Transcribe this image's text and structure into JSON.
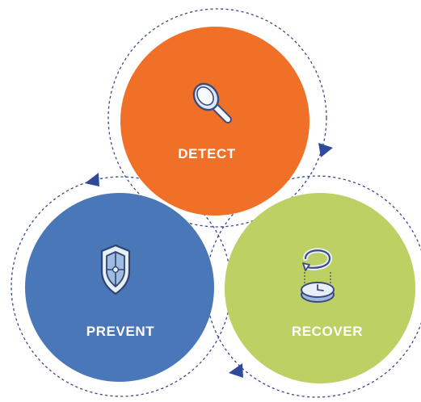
{
  "diagram": {
    "nodes": [
      {
        "id": "detect",
        "label": "DETECT",
        "color": "#f07027",
        "icon": "magnifying-glass-icon"
      },
      {
        "id": "prevent",
        "label": "PREVENT",
        "color": "#4a77b7",
        "icon": "shield-icon"
      },
      {
        "id": "recover",
        "label": "RECOVER",
        "color": "#bcd064",
        "icon": "restore-backup-icon"
      }
    ],
    "cycle": [
      "detect",
      "recover",
      "prevent"
    ],
    "ring_color": "#3a4a8a",
    "arrow_color": "#2f4a9a"
  }
}
